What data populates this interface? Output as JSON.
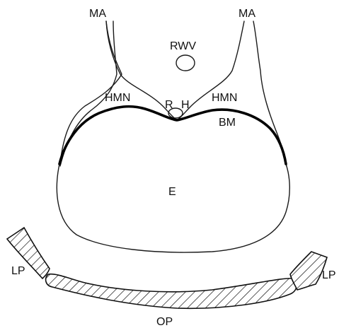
{
  "labels": {
    "ma_left": "MA",
    "ma_right": "MA",
    "rwv": "RWV",
    "hmn_left": "HMN",
    "hmn_right": "HMN",
    "r": "R",
    "h": "H",
    "bm": "BM",
    "e": "E",
    "lp_left": "LP",
    "lp_right": "LP",
    "op": "OP"
  }
}
